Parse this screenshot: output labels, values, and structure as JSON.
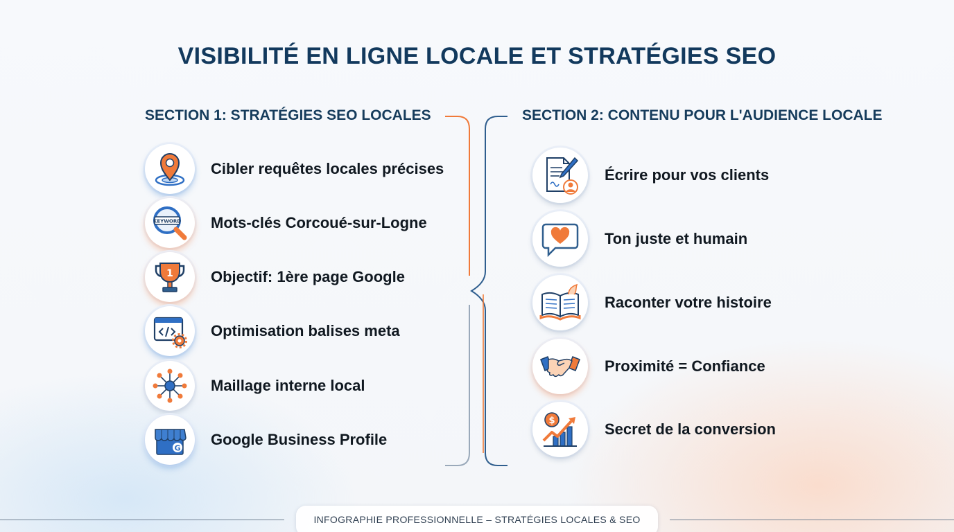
{
  "title": "VISIBILITÉ EN LIGNE LOCALE ET STRATÉGIES SEO",
  "section1": {
    "heading": "SECTION 1: STRATÉGIES SEO LOCALES",
    "items": [
      {
        "label": "Cibler requêtes locales précises",
        "icon": "location-pin-icon"
      },
      {
        "label": "Mots-clés Corcoué-sur-Logne",
        "icon": "keyword-search-icon",
        "icon_text": "KEYWORD"
      },
      {
        "label": "Objectif: 1ère page Google",
        "icon": "trophy-icon",
        "icon_text": "1"
      },
      {
        "label": "Optimisation balises meta",
        "icon": "code-settings-icon"
      },
      {
        "label": "Maillage interne local",
        "icon": "network-icon"
      },
      {
        "label": "Google Business Profile",
        "icon": "storefront-icon",
        "icon_text": "G"
      }
    ]
  },
  "section2": {
    "heading": "SECTION 2: CONTENU POUR L'AUDIENCE LOCALE",
    "items": [
      {
        "label": "Écrire pour vos clients",
        "icon": "document-pen-icon"
      },
      {
        "label": "Ton juste et humain",
        "icon": "heart-chat-icon"
      },
      {
        "label": "Raconter votre histoire",
        "icon": "open-book-icon"
      },
      {
        "label": "Proximité = Confiance",
        "icon": "handshake-icon"
      },
      {
        "label": "Secret de la conversion",
        "icon": "growth-chart-icon",
        "icon_text": "$"
      }
    ]
  },
  "footer": {
    "text": "INFOGRAPHIE PROFESSIONNELLE – STRATÉGIES LOCALES & SEO"
  },
  "colors": {
    "title": "#12395d",
    "accent_orange": "#f07a3a",
    "accent_blue": "#2f6fc4",
    "navy": "#1f3f66"
  }
}
